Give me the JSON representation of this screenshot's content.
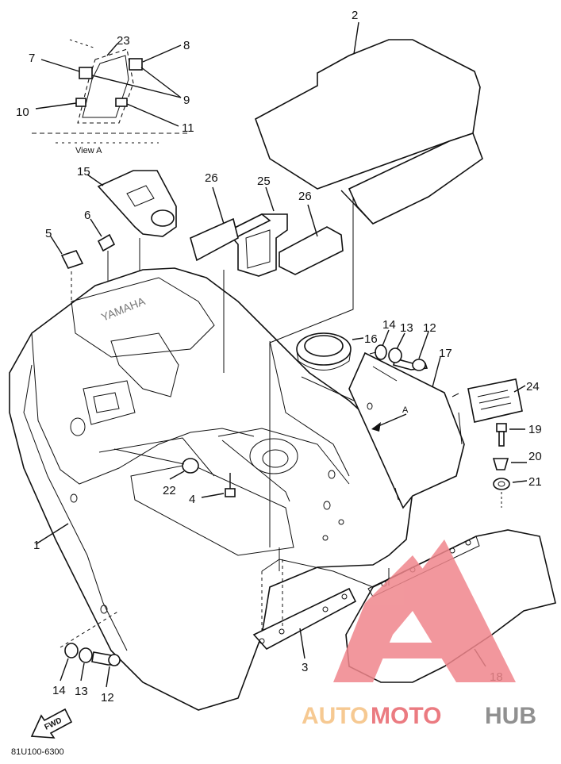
{
  "diagram": {
    "view_label": "View A",
    "arrow_label": "A",
    "fwd_label": "FWD",
    "drawing_number": "81U100-6300",
    "callouts": [
      "1",
      "2",
      "3",
      "4",
      "5",
      "6",
      "7",
      "8",
      "9",
      "10",
      "11",
      "12",
      "13",
      "14",
      "15",
      "16",
      "17",
      "18",
      "19",
      "20",
      "21",
      "22",
      "23",
      "24",
      "25",
      "26"
    ],
    "callouts_extra": {
      "c12b": "12",
      "c13b": "13",
      "c14b": "14",
      "c26b": "26"
    }
  },
  "watermark": {
    "text_auto": "AUTO",
    "text_moto": "MOTO",
    "text_hub": "HUB",
    "colors": {
      "triangle": "#f0868c",
      "auto": "#f5c080",
      "moto": "#e8646c",
      "hub": "#7d7d7d"
    }
  }
}
